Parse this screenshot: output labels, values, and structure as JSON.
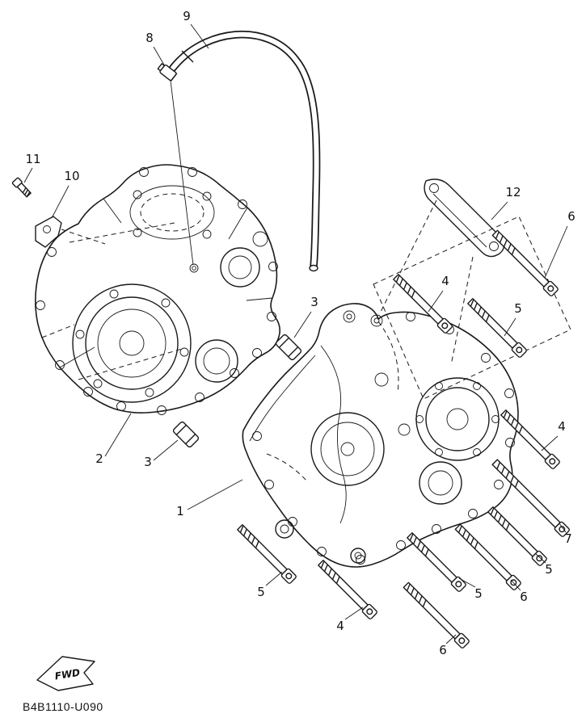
{
  "diagram": {
    "drawing_code": "B4B1110-U090",
    "fwd_label": "FWD",
    "callouts": [
      {
        "part": "breather-hose",
        "label": "9"
      },
      {
        "part": "hose-fitting",
        "label": "8"
      },
      {
        "part": "small-bolt-left",
        "label": "11"
      },
      {
        "part": "plate-left",
        "label": "10"
      },
      {
        "part": "bracket-top-right",
        "label": "12"
      },
      {
        "part": "bolt-top-right",
        "label": "6"
      },
      {
        "part": "bolt-box-upper",
        "label": "4"
      },
      {
        "part": "bolt-box-lower",
        "label": "5"
      },
      {
        "part": "dowel-pin-upper",
        "label": "3"
      },
      {
        "part": "dowel-pin-lower",
        "label": "3"
      },
      {
        "part": "crankcase-left",
        "label": "2"
      },
      {
        "part": "crankcase-right",
        "label": "1"
      },
      {
        "part": "bolt-right-upper",
        "label": "4"
      },
      {
        "part": "bolt-right-long",
        "label": "7"
      },
      {
        "part": "bolt-right-a",
        "label": "5"
      },
      {
        "part": "bolt-right-b",
        "label": "6"
      },
      {
        "part": "bolt-mid-bottom",
        "label": "5"
      },
      {
        "part": "bolt-bottom-right",
        "label": "6"
      },
      {
        "part": "bolt-bottom-left",
        "label": "5"
      },
      {
        "part": "bolt-bottom-center",
        "label": "4"
      }
    ]
  }
}
